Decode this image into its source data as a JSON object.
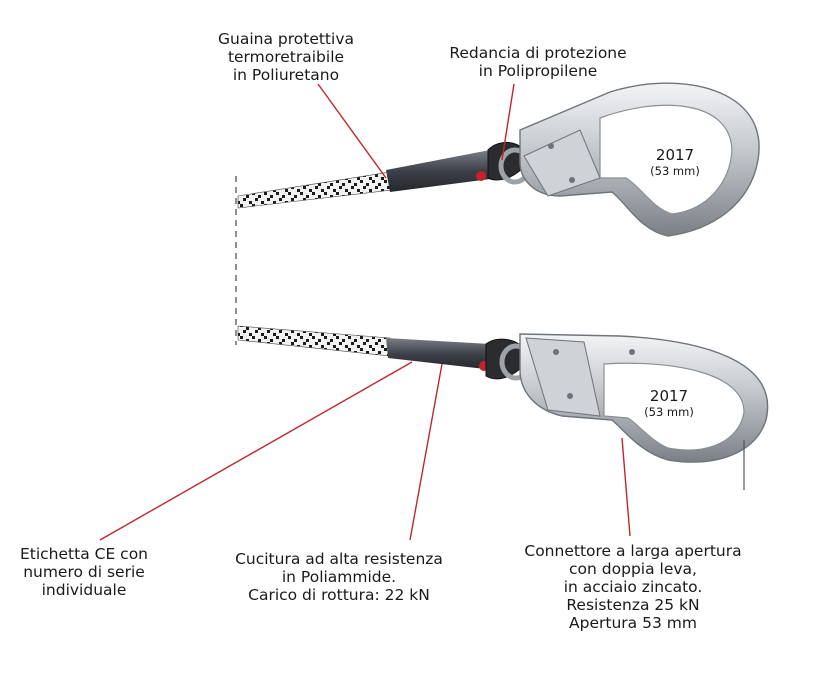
{
  "labels": {
    "sleeve": [
      "Guaina protettiva",
      "termoretraibile",
      "in Poliuretano"
    ],
    "thimble": [
      "Redancia di protezione",
      "in Polipropilene"
    ],
    "ce_tag": [
      "Etichetta CE con",
      "numero di serie",
      "individuale"
    ],
    "stitching": [
      "Cucitura ad alta resistenza",
      "in Poliammide.",
      "Carico di rottura: 22 kN"
    ],
    "connector": [
      "Connettore a larga apertura",
      "con doppia leva,",
      "in acciaio zincato.",
      "Resistenza 25 kN",
      "Apertura 53 mm"
    ]
  },
  "hook_marking": {
    "model": "2017",
    "opening": "(53 mm)"
  },
  "colors": {
    "leader_line": "#c0272d",
    "steel_light": "#e4e6e9",
    "steel_mid": "#b4b8be",
    "steel_dark": "#6f747b",
    "sleeve": "#3d4048",
    "rope_white": "#f2f2f2",
    "rope_black": "#1b1b1b"
  }
}
